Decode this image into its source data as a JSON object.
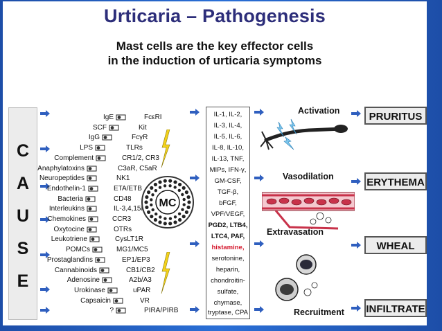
{
  "title": "Urticaria – Pathogenesis",
  "subtitle_line1": "Mast cells are the key effector cells",
  "subtitle_line2": "in the induction of urticaria symptoms",
  "cause_letters": [
    "C",
    "A",
    "U",
    "S",
    "E"
  ],
  "left_labels": [
    "IgE",
    "SCF",
    "IgG",
    "LPS",
    "Complement",
    "Anaphylatoxins",
    "Neuropeptides",
    "Endothelin-1",
    "Bacteria",
    "Interleukins",
    "Chemokines",
    "Oxytocine",
    "Leukotriene",
    "POMCs",
    "Prostaglandins",
    "Cannabinoids",
    "Adenosine",
    "Urokinase",
    "Capsaicin",
    "?"
  ],
  "receptors": [
    "FcεRI",
    "Kit",
    "FcγR",
    "TLRs",
    "CR1/2, CR3",
    "C3aR, C5aR",
    "NK1",
    "ETA/ETB",
    "CD48",
    "IL-3,4,15R",
    "CCR3",
    "OTRs",
    "CysLT1R",
    "MG1/MC5",
    "EP1/EP3",
    "CB1/CB2",
    "A2b/A3",
    "uPAR",
    "VR",
    "PIRA/PIRB"
  ],
  "mast_cell_label": "MC",
  "mediators": [
    "IL-1, IL-2,",
    "IL-3, IL-4,",
    "IL-5, IL-6,",
    "IL-8, IL-10,",
    "IL-13, TNF,",
    "MIPs, IFN-γ,",
    "GM-CSF,",
    "TGF-β,",
    "bFGF,",
    "VPF/VEGF,",
    "PGD2, LTB4,",
    "LTC4, PAF,",
    "histamine,",
    "serotonine,",
    "heparin,",
    "chondroitin-",
    "sulfate,",
    "chymase,",
    "tryptase, CPA"
  ],
  "stages": [
    "Activation",
    "Vasodilation",
    "Extravasation",
    "Recruitment"
  ],
  "symptoms": [
    "PRURITUS",
    "ERYTHEMA",
    "WHEAL",
    "INFILTRATE"
  ],
  "colors": {
    "title": "#2d2e7a",
    "arrow": "#2f5fbf",
    "highlight": "#d4162b",
    "background": "#2a6fd6",
    "vessel": "#c8324a",
    "bolt": "#f3d21b"
  }
}
